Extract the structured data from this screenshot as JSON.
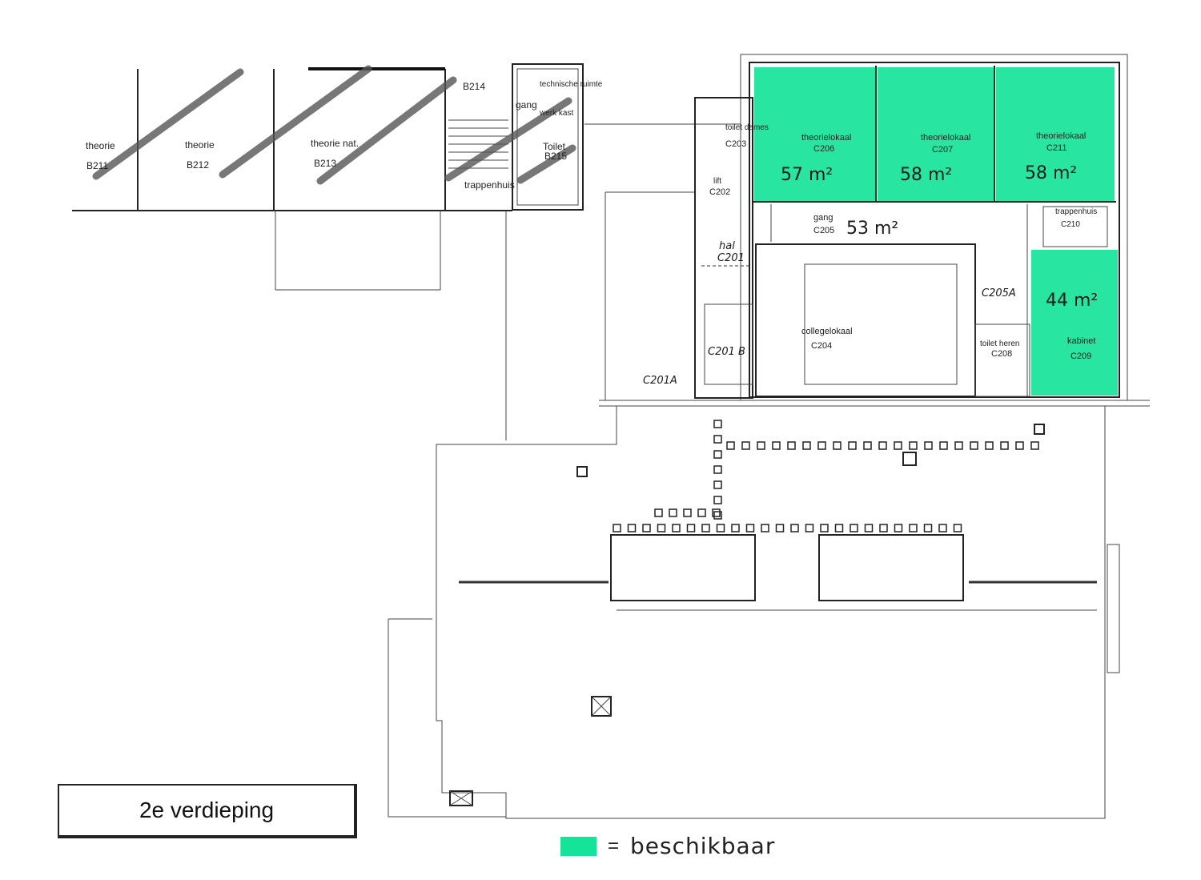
{
  "title": "2e verdieping",
  "legend": {
    "symbol": "=",
    "label": "beschikbaar",
    "color": "#16e39a"
  },
  "colors": {
    "available": "#16e39a",
    "lines": "#222222"
  },
  "wing_b": {
    "rooms": [
      {
        "name": "theorie",
        "code": "B211"
      },
      {
        "name": "theorie",
        "code": "B212"
      },
      {
        "name": "theorie nat.",
        "code": "B213"
      },
      {
        "code": "B214"
      },
      {
        "name": "technische ruimte"
      },
      {
        "name": "gang"
      },
      {
        "name": "werk kast"
      },
      {
        "name": "Toilet",
        "code": "B215"
      },
      {
        "name": "trappenhuis"
      }
    ]
  },
  "wing_c": {
    "available_rooms": [
      {
        "name": "theorielokaal",
        "code": "C206",
        "area": "57 m²"
      },
      {
        "name": "theorielokaal",
        "code": "C207",
        "area": "58 m²"
      },
      {
        "name": "theorielokaal",
        "code": "C211",
        "area": "58 m²"
      },
      {
        "name": "kabinet",
        "code": "C209",
        "area": "44 m²"
      }
    ],
    "other_rooms": [
      {
        "name": "gang",
        "code": "C205",
        "area": "53 m²"
      },
      {
        "name": "toilet dames",
        "code": "C203"
      },
      {
        "name": "lift",
        "code": "C202"
      },
      {
        "name": "hal",
        "code": "C201"
      },
      {
        "code": "C201 B"
      },
      {
        "code": "C201A"
      },
      {
        "code": "C205A"
      },
      {
        "name": "collegelokaal",
        "code": "C204"
      },
      {
        "name": "toilet heren",
        "code": "C208"
      },
      {
        "name": "trappenhuis",
        "code": "C210"
      }
    ]
  }
}
